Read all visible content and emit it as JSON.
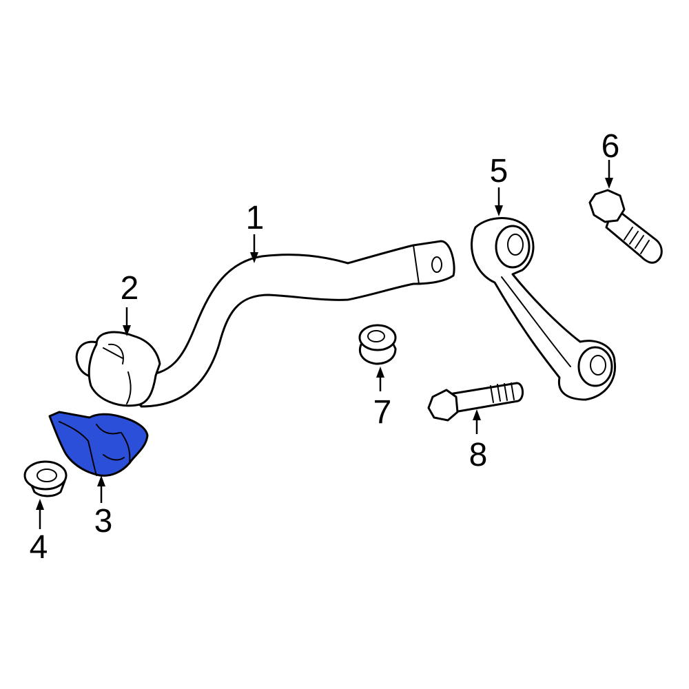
{
  "colors": {
    "line": "#000000",
    "part_fill": "#ffffff",
    "highlight_fill": "#2b4fd8"
  },
  "callouts": {
    "c1": "1",
    "c2": "2",
    "c3": "3",
    "c4": "4",
    "c5": "5",
    "c6": "6",
    "c7": "7",
    "c8": "8"
  },
  "highlighted_part": "3"
}
